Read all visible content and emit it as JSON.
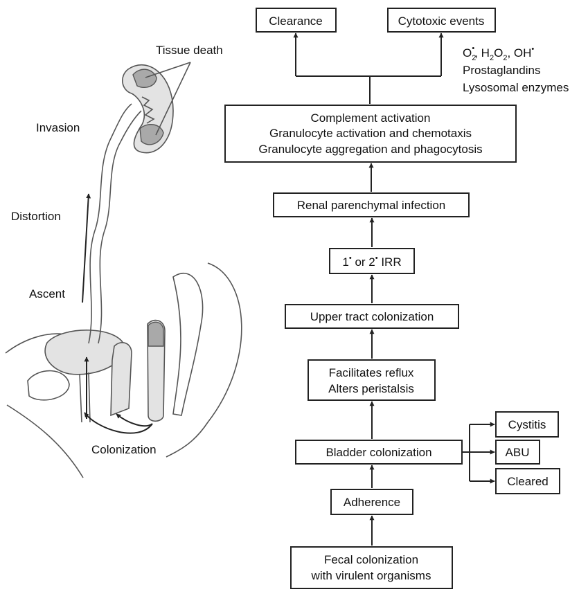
{
  "illustration": {
    "tissue_death": "Tissue death",
    "invasion": "Invasion",
    "distortion": "Distortion",
    "ascent": "Ascent",
    "colonization": "Colonization"
  },
  "flow": {
    "clearance": "Clearance",
    "cytotoxic_events": "Cytotoxic events",
    "mediators": {
      "o2": "O",
      "o2_sub": "2",
      "o2_sup": "•",
      "o2_minus": "−",
      "sep1": ", H",
      "h_sub": "2",
      "o_char": "O",
      "o_sub": "2",
      "sep2": ", OH",
      "oh_sup": "•",
      "line2": "Prostaglandins",
      "line3": "Lysosomal enzymes"
    },
    "complement_box": [
      "Complement activation",
      "Granulocyte activation and chemotaxis",
      "Granulocyte aggregation and phagocytosis"
    ],
    "renal_infection": "Renal parenchymal infection",
    "irr": {
      "one": "1",
      "dot": "•",
      "or_two": " or 2",
      "tail": " IRR"
    },
    "upper_tract": "Upper tract colonization",
    "reflux_box": [
      "Facilitates reflux",
      "Alters peristalsis"
    ],
    "bladder": "Bladder colonization",
    "cystitis": "Cystitis",
    "abu": "ABU",
    "cleared": "Cleared",
    "adherence": "Adherence",
    "fecal_box": [
      "Fecal colonization",
      "with virulent organisms"
    ]
  }
}
